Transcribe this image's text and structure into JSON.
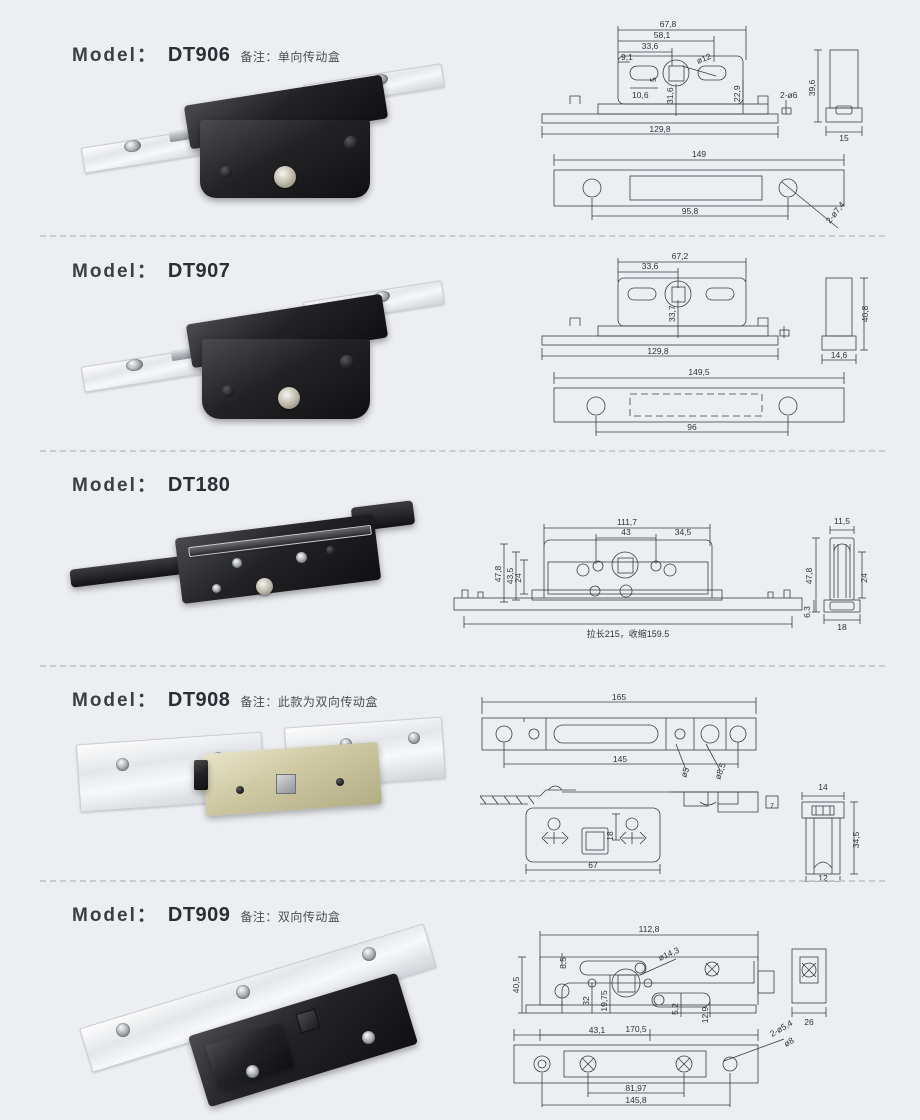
{
  "page": {
    "background_color": "#eceef1",
    "label_prefix": "Model：",
    "note_prefix": "备注：",
    "dimension_text_color": "#2f3338",
    "line_color": "#3a3f45"
  },
  "sections": [
    {
      "id": "dt906",
      "model": "DT906",
      "note": "备注：单向传动盒",
      "has_note": true,
      "drawings": {
        "front": {
          "dims": [
            "67,8",
            "58,1",
            "33,6",
            "9,1",
            "10,6",
            "5",
            "ø12",
            "31,6",
            "22,9",
            "2-ø6",
            "129,8"
          ]
        },
        "side": {
          "dims": [
            "39,6",
            "15"
          ]
        },
        "faceplate": {
          "dims": [
            "149",
            "95,8",
            "2-ø7,4"
          ]
        }
      }
    },
    {
      "id": "dt907",
      "model": "DT907",
      "note": "",
      "has_note": false,
      "drawings": {
        "front": {
          "dims": [
            "67,2",
            "33,6",
            "33,7",
            "129,8"
          ]
        },
        "side": {
          "dims": [
            "40,8",
            "14,6"
          ]
        },
        "faceplate": {
          "dims": [
            "149,5",
            "96"
          ]
        }
      }
    },
    {
      "id": "dt180",
      "model": "DT180",
      "note": "",
      "has_note": false,
      "drawings": {
        "front": {
          "dims": [
            "111,7",
            "43",
            "34,5",
            "47,8",
            "43,5",
            "24"
          ],
          "span_note": "拉长215，收缩159.5"
        },
        "side": {
          "dims": [
            "11,5",
            "47,8",
            "24",
            "18",
            "6,3"
          ]
        }
      }
    },
    {
      "id": "dt908",
      "model": "DT908",
      "note": "备注：此款为双向传动盒",
      "has_note": true,
      "drawings": {
        "faceplate": {
          "dims": [
            "165",
            "145",
            "ø5",
            "ø8,5"
          ]
        },
        "body": {
          "dims": [
            "67",
            "18"
          ]
        },
        "side": {
          "dims": [
            "14",
            "34,5",
            "12"
          ]
        }
      }
    },
    {
      "id": "dt909",
      "model": "DT909",
      "note": "备注：双向传动盒",
      "has_note": true,
      "drawings": {
        "front": {
          "dims": [
            "112,8",
            "40,5",
            "32",
            "8,5",
            "ø14,3",
            "19,75",
            "5,2",
            "12,9",
            "43,1"
          ]
        },
        "side": {
          "dims": [
            "26"
          ]
        },
        "faceplate": {
          "dims": [
            "170,5",
            "81,97",
            "145,8",
            "2-ø5,4",
            "ø8"
          ]
        }
      }
    }
  ]
}
